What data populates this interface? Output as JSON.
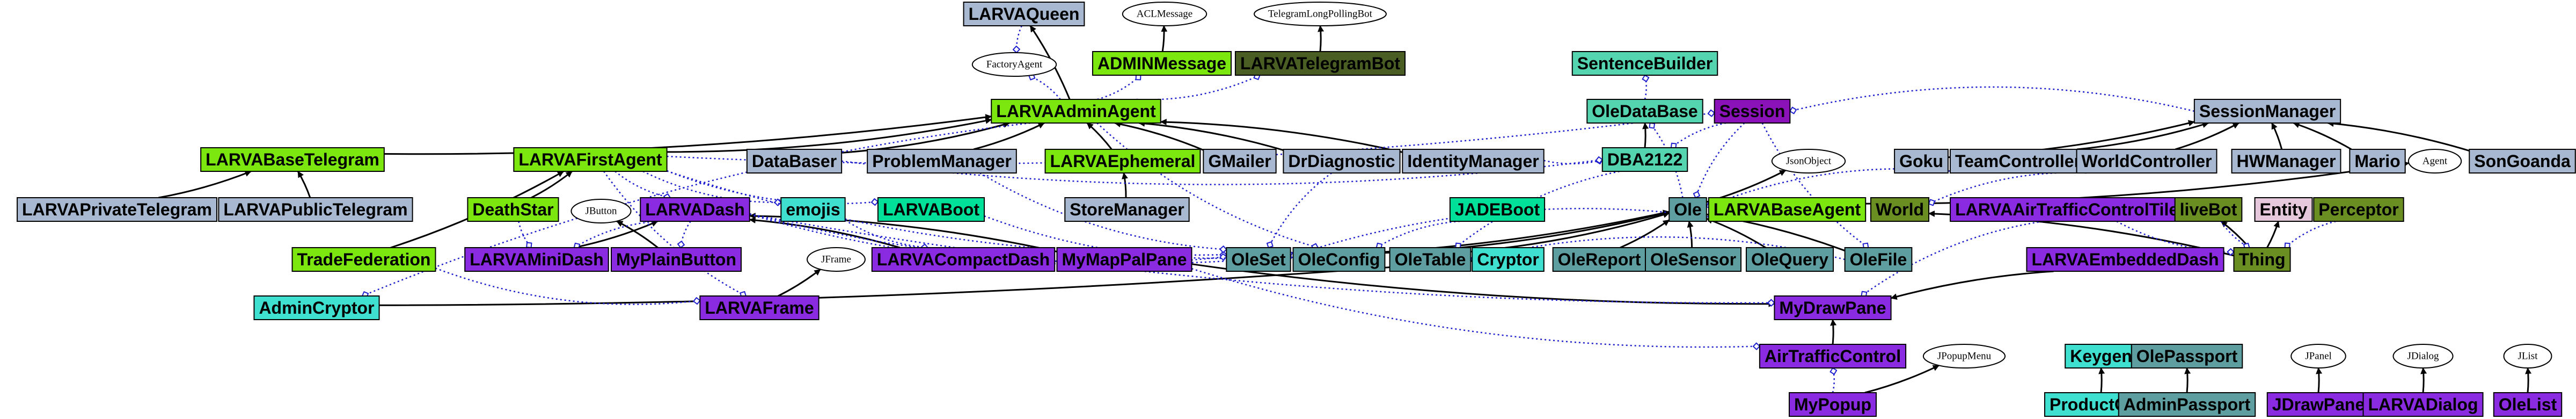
{
  "colors": {
    "steel": "#a8b8d0",
    "lime": "#7ce60f",
    "olive": "#4a5e23",
    "aqua": "#55d4b0",
    "purple": "#8a2be2",
    "dkpurple": "#8b12b8",
    "cyan": "#40e0d0",
    "slate": "#5f9ea0",
    "green": "#2e8b57",
    "mint": "#00e098",
    "pink": "#e6c8dc",
    "oliveDrab": "#6b8e23",
    "white": "#ffffff",
    "edge_solid": "#000000",
    "edge_dotted": "#1f1fd0"
  },
  "nodes": [
    {
      "id": "LARVAQueen",
      "label": "LARVAQueen",
      "color": "steel"
    },
    {
      "id": "ACLMessage",
      "label": "ACLMessage",
      "color": "white",
      "shape": "ellipse"
    },
    {
      "id": "TelegramLongPollingBot",
      "label": "TelegramLongPollingBot",
      "color": "white",
      "shape": "ellipse"
    },
    {
      "id": "FactoryAgent",
      "label": "FactoryAgent",
      "color": "white",
      "shape": "ellipse"
    },
    {
      "id": "ADMINMessage",
      "label": "ADMINMessage",
      "color": "lime"
    },
    {
      "id": "LARVATelegramBot",
      "label": "LARVATelegramBot",
      "color": "olive",
      "text": "#000000"
    },
    {
      "id": "SentenceBuilder",
      "label": "SentenceBuilder",
      "color": "aqua"
    },
    {
      "id": "LARVAAdminAgent",
      "label": "LARVAAdminAgent",
      "color": "lime"
    },
    {
      "id": "OleDataBase",
      "label": "OleDataBase",
      "color": "aqua"
    },
    {
      "id": "Session",
      "label": "Session",
      "color": "dkpurple"
    },
    {
      "id": "SessionManager",
      "label": "SessionManager",
      "color": "steel"
    },
    {
      "id": "LARVABaseTelegram",
      "label": "LARVABaseTelegram",
      "color": "lime"
    },
    {
      "id": "LARVAFirstAgent",
      "label": "LARVAFirstAgent",
      "color": "lime"
    },
    {
      "id": "DataBaser",
      "label": "DataBaser",
      "color": "steel"
    },
    {
      "id": "ProblemManager",
      "label": "ProblemManager",
      "color": "steel"
    },
    {
      "id": "LARVAEphemeral",
      "label": "LARVAEphemeral",
      "color": "lime"
    },
    {
      "id": "GMailer",
      "label": "GMailer",
      "color": "steel"
    },
    {
      "id": "DrDiagnostic",
      "label": "DrDiagnostic",
      "color": "steel"
    },
    {
      "id": "IdentityManager",
      "label": "IdentityManager",
      "color": "steel"
    },
    {
      "id": "DBA2122",
      "label": "DBA2122",
      "color": "aqua"
    },
    {
      "id": "JsonObject",
      "label": "JsonObject",
      "color": "white",
      "shape": "ellipse"
    },
    {
      "id": "Goku",
      "label": "Goku",
      "color": "steel"
    },
    {
      "id": "TeamController",
      "label": "TeamController",
      "color": "steel"
    },
    {
      "id": "WorldController",
      "label": "WorldController",
      "color": "steel"
    },
    {
      "id": "HWManager",
      "label": "HWManager",
      "color": "steel"
    },
    {
      "id": "Mario",
      "label": "Mario",
      "color": "steel"
    },
    {
      "id": "Agent",
      "label": "Agent",
      "color": "white",
      "shape": "ellipse"
    },
    {
      "id": "SonGoanda",
      "label": "SonGoanda",
      "color": "steel"
    },
    {
      "id": "LARVAPrivateTelegram",
      "label": "LARVAPrivateTelegram",
      "color": "steel"
    },
    {
      "id": "LARVAPublicTelegram",
      "label": "LARVAPublicTelegram",
      "color": "steel"
    },
    {
      "id": "DeathStar",
      "label": "DeathStar",
      "color": "lime"
    },
    {
      "id": "JButton",
      "label": "JButton",
      "color": "white",
      "shape": "ellipse"
    },
    {
      "id": "LARVADash",
      "label": "LARVADash",
      "color": "purple"
    },
    {
      "id": "emojis",
      "label": "emojis",
      "color": "cyan"
    },
    {
      "id": "LARVABoot",
      "label": "LARVABoot",
      "color": "mint"
    },
    {
      "id": "StoreManager",
      "label": "StoreManager",
      "color": "steel"
    },
    {
      "id": "JADEBoot",
      "label": "JADEBoot",
      "color": "mint"
    },
    {
      "id": "Ole",
      "label": "Ole",
      "color": "slate"
    },
    {
      "id": "LARVABaseAgent",
      "label": "LARVABaseAgent",
      "color": "lime"
    },
    {
      "id": "World",
      "label": "World",
      "color": "oliveDrab"
    },
    {
      "id": "LARVAAirTrafficControlTiles",
      "label": "LARVAAirTrafficControlTiles",
      "color": "purple"
    },
    {
      "id": "liveBot",
      "label": "liveBot",
      "color": "oliveDrab"
    },
    {
      "id": "Entity",
      "label": "Entity",
      "color": "pink"
    },
    {
      "id": "Perceptor",
      "label": "Perceptor",
      "color": "oliveDrab"
    },
    {
      "id": "TradeFederation",
      "label": "TradeFederation",
      "color": "lime"
    },
    {
      "id": "LARVAMiniDash",
      "label": "LARVAMiniDash",
      "color": "purple"
    },
    {
      "id": "MyPlainButton",
      "label": "MyPlainButton",
      "color": "purple"
    },
    {
      "id": "JFrame",
      "label": "JFrame",
      "color": "white",
      "shape": "ellipse"
    },
    {
      "id": "LARVACompactDash",
      "label": "LARVACompactDash",
      "color": "purple"
    },
    {
      "id": "MyMapPalPane",
      "label": "MyMapPalPane",
      "color": "purple"
    },
    {
      "id": "OleSet",
      "label": "OleSet",
      "color": "slate"
    },
    {
      "id": "OleConfig",
      "label": "OleConfig",
      "color": "slate"
    },
    {
      "id": "OleTable",
      "label": "OleTable",
      "color": "slate"
    },
    {
      "id": "Cryptor",
      "label": "Cryptor",
      "color": "cyan"
    },
    {
      "id": "OleReport",
      "label": "OleReport",
      "color": "slate"
    },
    {
      "id": "OleSensor",
      "label": "OleSensor",
      "color": "slate"
    },
    {
      "id": "OleQuery",
      "label": "OleQuery",
      "color": "slate"
    },
    {
      "id": "OleFile",
      "label": "OleFile",
      "color": "slate"
    },
    {
      "id": "LARVAEmbeddedDash",
      "label": "LARVAEmbeddedDash",
      "color": "purple"
    },
    {
      "id": "Thing",
      "label": "Thing",
      "color": "oliveDrab"
    },
    {
      "id": "AdminCryptor",
      "label": "AdminCryptor",
      "color": "cyan"
    },
    {
      "id": "LARVAFrame",
      "label": "LARVAFrame",
      "color": "purple"
    },
    {
      "id": "MyDrawPane",
      "label": "MyDrawPane",
      "color": "purple"
    },
    {
      "id": "AirTrafficControl",
      "label": "AirTrafficControl",
      "color": "purple"
    },
    {
      "id": "JPopupMenu",
      "label": "JPopupMenu",
      "color": "white",
      "shape": "ellipse"
    },
    {
      "id": "Keygen",
      "label": "Keygen",
      "color": "cyan"
    },
    {
      "id": "OlePassport",
      "label": "OlePassport",
      "color": "slate"
    },
    {
      "id": "JPanel",
      "label": "JPanel",
      "color": "white",
      "shape": "ellipse"
    },
    {
      "id": "JDialog",
      "label": "JDialog",
      "color": "white",
      "shape": "ellipse"
    },
    {
      "id": "JList",
      "label": "JList",
      "color": "white",
      "shape": "ellipse"
    },
    {
      "id": "MyPopup",
      "label": "MyPopup",
      "color": "purple"
    },
    {
      "id": "ProductCoin",
      "label": "ProductCoin",
      "color": "cyan"
    },
    {
      "id": "AdminPassport",
      "label": "AdminPassport",
      "color": "slate"
    },
    {
      "id": "JDrawPane",
      "label": "JDrawPane",
      "color": "purple"
    },
    {
      "id": "LARVADialog",
      "label": "LARVADialog",
      "color": "purple"
    },
    {
      "id": "OleList",
      "label": "OleList",
      "color": "purple"
    }
  ],
  "edges": [
    {
      "from": "LARVAAdminAgent",
      "to": "LARVAQueen",
      "style": "solid"
    },
    {
      "from": "ADMINMessage",
      "to": "ACLMessage",
      "style": "solid"
    },
    {
      "from": "LARVATelegramBot",
      "to": "TelegramLongPollingBot",
      "style": "solid"
    },
    {
      "from": "LARVAAdminAgent",
      "to": "ADMINMessage",
      "style": "dotted"
    },
    {
      "from": "LARVAAdminAgent",
      "to": "FactoryAgent",
      "style": "dotted"
    },
    {
      "from": "LARVAAdminAgent",
      "to": "LARVATelegramBot",
      "style": "dotted"
    },
    {
      "from": "LARVAQueen",
      "to": "FactoryAgent",
      "style": "dotted"
    },
    {
      "from": "OleDataBase",
      "to": "SentenceBuilder",
      "style": "dotted"
    },
    {
      "from": "LARVABaseTelegram",
      "to": "LARVAAdminAgent",
      "style": "solid"
    },
    {
      "from": "LARVAFirstAgent",
      "to": "LARVAAdminAgent",
      "style": "solid"
    },
    {
      "from": "DataBaser",
      "to": "LARVAAdminAgent",
      "style": "solid"
    },
    {
      "from": "ProblemManager",
      "to": "LARVAAdminAgent",
      "style": "solid"
    },
    {
      "from": "LARVAEphemeral",
      "to": "LARVAAdminAgent",
      "style": "solid"
    },
    {
      "from": "GMailer",
      "to": "LARVAAdminAgent",
      "style": "solid"
    },
    {
      "from": "DrDiagnostic",
      "to": "LARVAAdminAgent",
      "style": "solid"
    },
    {
      "from": "IdentityManager",
      "to": "LARVAAdminAgent",
      "style": "solid"
    },
    {
      "from": "DBA2122",
      "to": "OleDataBase",
      "style": "solid"
    },
    {
      "from": "LARVAPrivateTelegram",
      "to": "LARVABaseTelegram",
      "style": "solid"
    },
    {
      "from": "LARVAPublicTelegram",
      "to": "LARVABaseTelegram",
      "style": "solid"
    },
    {
      "from": "DeathStar",
      "to": "LARVAFirstAgent",
      "style": "solid"
    },
    {
      "from": "TradeFederation",
      "to": "LARVAFirstAgent",
      "style": "solid"
    },
    {
      "from": "StoreManager",
      "to": "LARVAEphemeral",
      "style": "solid"
    },
    {
      "from": "Goku",
      "to": "SessionManager",
      "style": "solid"
    },
    {
      "from": "TeamController",
      "to": "SessionManager",
      "style": "solid"
    },
    {
      "from": "WorldController",
      "to": "SessionManager",
      "style": "solid"
    },
    {
      "from": "HWManager",
      "to": "SessionManager",
      "style": "solid"
    },
    {
      "from": "Mario",
      "to": "SessionManager",
      "style": "solid"
    },
    {
      "from": "SonGoanda",
      "to": "SessionManager",
      "style": "solid"
    },
    {
      "from": "LARVABaseAgent",
      "to": "Agent",
      "style": "solid"
    },
    {
      "from": "OleSet",
      "to": "Ole",
      "style": "solid"
    },
    {
      "from": "OleConfig",
      "to": "Ole",
      "style": "solid"
    },
    {
      "from": "OleTable",
      "to": "Ole",
      "style": "solid"
    },
    {
      "from": "OleReport",
      "to": "Ole",
      "style": "solid"
    },
    {
      "from": "OleSensor",
      "to": "Ole",
      "style": "solid"
    },
    {
      "from": "OleQuery",
      "to": "Ole",
      "style": "solid"
    },
    {
      "from": "OleFile",
      "to": "Ole",
      "style": "solid"
    },
    {
      "from": "Ole",
      "to": "JsonObject",
      "style": "solid"
    },
    {
      "from": "LARVAMiniDash",
      "to": "LARVADash",
      "style": "solid"
    },
    {
      "from": "MyPlainButton",
      "to": "JButton",
      "style": "solid"
    },
    {
      "from": "LARVACompactDash",
      "to": "LARVADash",
      "style": "solid"
    },
    {
      "from": "MyMapPalPane",
      "to": "LARVADash",
      "style": "solid"
    },
    {
      "from": "LARVAFrame",
      "to": "JFrame",
      "style": "solid"
    },
    {
      "from": "AdminCryptor",
      "to": "Cryptor",
      "style": "solid"
    },
    {
      "from": "LARVAEmbeddedDash",
      "to": "MyDrawPane",
      "style": "solid"
    },
    {
      "from": "MyMapPalPane",
      "to": "MyDrawPane",
      "style": "solid"
    },
    {
      "from": "Thing",
      "to": "liveBot",
      "style": "solid"
    },
    {
      "from": "Thing",
      "to": "Entity",
      "style": "solid"
    },
    {
      "from": "Thing",
      "to": "World",
      "style": "solid"
    },
    {
      "from": "AirTrafficControl",
      "to": "MyDrawPane",
      "style": "solid"
    },
    {
      "from": "MyPopup",
      "to": "JPopupMenu",
      "style": "solid"
    },
    {
      "from": "ProductCoin",
      "to": "Keygen",
      "style": "solid"
    },
    {
      "from": "AdminPassport",
      "to": "OlePassport",
      "style": "solid"
    },
    {
      "from": "JDrawPane",
      "to": "JPanel",
      "style": "solid"
    },
    {
      "from": "LARVADialog",
      "to": "JDialog",
      "style": "solid"
    },
    {
      "from": "OleList",
      "to": "JList",
      "style": "solid"
    },
    {
      "from": "MyPopup",
      "to": "AirTrafficControl",
      "style": "dotted"
    },
    {
      "from": "LARVAFirstAgent",
      "to": "LARVADash",
      "style": "dotted"
    },
    {
      "from": "LARVAFirstAgent",
      "to": "emojis",
      "style": "dotted"
    },
    {
      "from": "LARVAFirstAgent",
      "to": "LARVABoot",
      "style": "dotted"
    },
    {
      "from": "LARVAFirstAgent",
      "to": "OleSet",
      "style": "dotted"
    },
    {
      "from": "LARVAFirstAgent",
      "to": "LARVAFrame",
      "style": "dotted"
    },
    {
      "from": "LARVAFirstAgent",
      "to": "Session",
      "style": "dotted"
    },
    {
      "from": "LARVADash",
      "to": "OleSet",
      "style": "dotted"
    },
    {
      "from": "LARVADash",
      "to": "OleConfig",
      "style": "dotted"
    },
    {
      "from": "LARVADash",
      "to": "MyDrawPane",
      "style": "dotted"
    },
    {
      "from": "LARVADash",
      "to": "MyPlainButton",
      "style": "dotted"
    },
    {
      "from": "LARVADash",
      "to": "LARVAMiniDash",
      "style": "dotted"
    },
    {
      "from": "LARVABoot",
      "to": "OleConfig",
      "style": "dotted"
    },
    {
      "from": "JADEBoot",
      "to": "OleConfig",
      "style": "dotted"
    },
    {
      "from": "Ole",
      "to": "OleDataBase",
      "style": "dotted"
    },
    {
      "from": "DBA2122",
      "to": "OleTable",
      "style": "dotted"
    },
    {
      "from": "Session",
      "to": "DBA2122",
      "style": "dotted"
    },
    {
      "from": "Session",
      "to": "OleFile",
      "style": "dotted"
    },
    {
      "from": "Session",
      "to": "Ole",
      "style": "dotted"
    },
    {
      "from": "SessionManager",
      "to": "Session",
      "style": "dotted"
    },
    {
      "from": "WorldController",
      "to": "World",
      "style": "dotted"
    },
    {
      "from": "TeamController",
      "to": "Ole",
      "style": "dotted"
    },
    {
      "from": "ProblemManager",
      "to": "OleSet",
      "style": "dotted"
    },
    {
      "from": "IdentityManager",
      "to": "DBA2122",
      "style": "dotted"
    },
    {
      "from": "DrDiagnostic",
      "to": "OleSet",
      "style": "dotted"
    },
    {
      "from": "DataBaser",
      "to": "DBA2122",
      "style": "dotted"
    },
    {
      "from": "LARVAAdminAgent",
      "to": "OleConfig",
      "style": "dotted"
    },
    {
      "from": "LARVAAdminAgent",
      "to": "AdminCryptor",
      "style": "dotted"
    },
    {
      "from": "LARVABaseAgent",
      "to": "OleSet",
      "style": "dotted"
    },
    {
      "from": "LARVAAirTrafficControlTiles",
      "to": "MyDrawPane",
      "style": "dotted"
    },
    {
      "from": "LARVAAirTrafficControlTiles",
      "to": "Thing",
      "style": "dotted"
    },
    {
      "from": "Perceptor",
      "to": "Thing",
      "style": "dotted"
    },
    {
      "from": "liveBot",
      "to": "Thing",
      "style": "dotted"
    },
    {
      "from": "MyMapPalPane",
      "to": "AirTrafficControl",
      "style": "dotted"
    },
    {
      "from": "TradeFederation",
      "to": "LARVAFrame",
      "style": "dotted"
    },
    {
      "from": "DeathStar",
      "to": "LARVAMiniDash",
      "style": "dotted"
    },
    {
      "from": "emojis",
      "to": "LARVACompactDash",
      "style": "dotted"
    },
    {
      "from": "OleFile",
      "to": "OleTable",
      "style": "dotted"
    }
  ]
}
